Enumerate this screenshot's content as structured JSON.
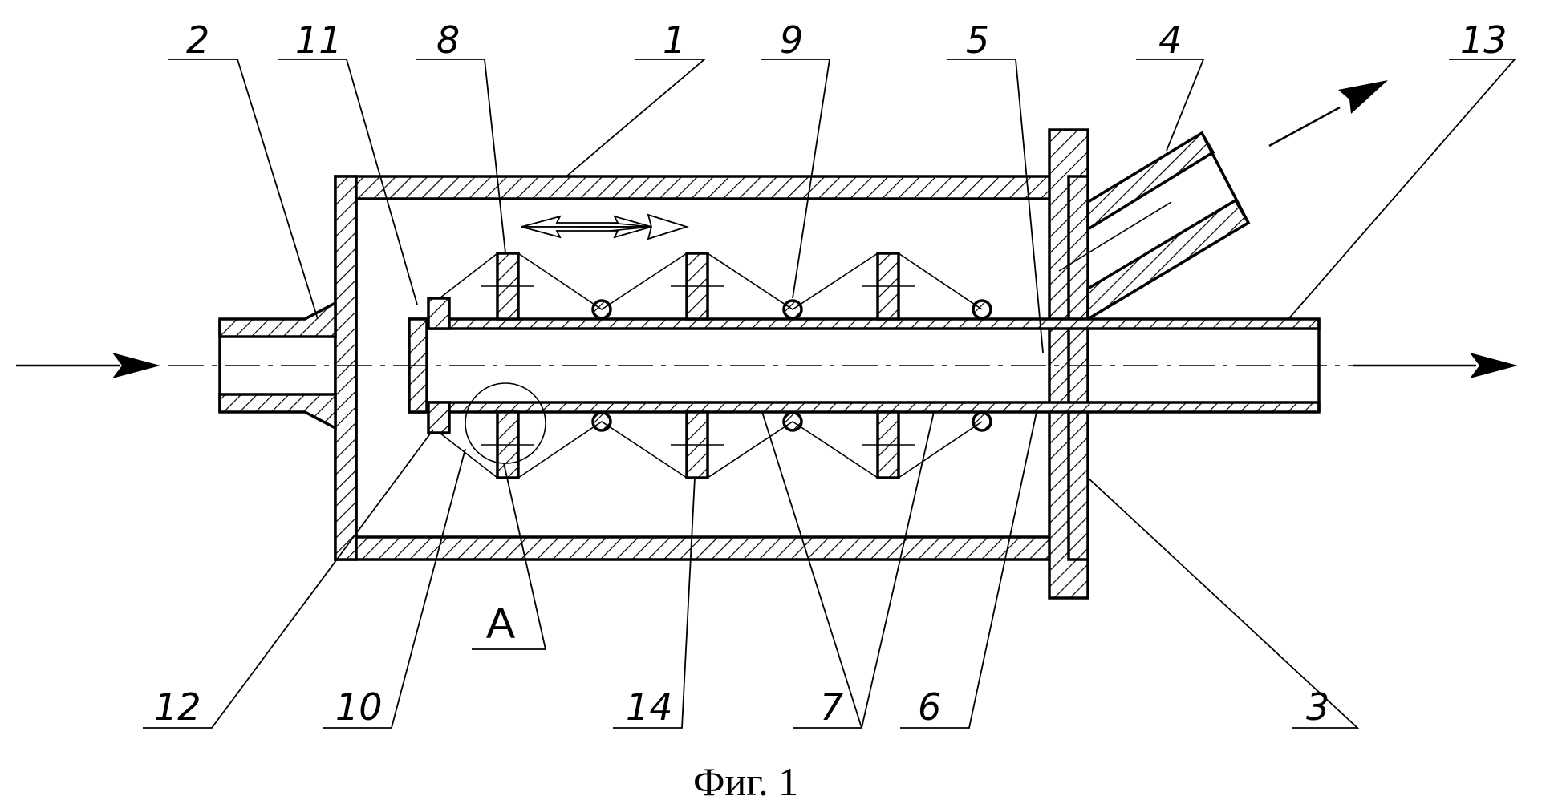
{
  "figure": {
    "caption": "Фиг. 1",
    "section_view_label": "A",
    "callouts": [
      {
        "id": "2",
        "label": "2"
      },
      {
        "id": "11",
        "label": "11"
      },
      {
        "id": "8",
        "label": "8"
      },
      {
        "id": "1",
        "label": "1"
      },
      {
        "id": "9",
        "label": "9"
      },
      {
        "id": "5",
        "label": "5"
      },
      {
        "id": "4",
        "label": "4"
      },
      {
        "id": "13",
        "label": "13"
      },
      {
        "id": "12",
        "label": "12"
      },
      {
        "id": "10",
        "label": "10"
      },
      {
        "id": "14",
        "label": "14"
      },
      {
        "id": "7",
        "label": "7"
      },
      {
        "id": "6",
        "label": "6"
      },
      {
        "id": "3",
        "label": "3"
      }
    ],
    "colors": {
      "ink": "#000000",
      "paper": "#ffffff"
    }
  }
}
